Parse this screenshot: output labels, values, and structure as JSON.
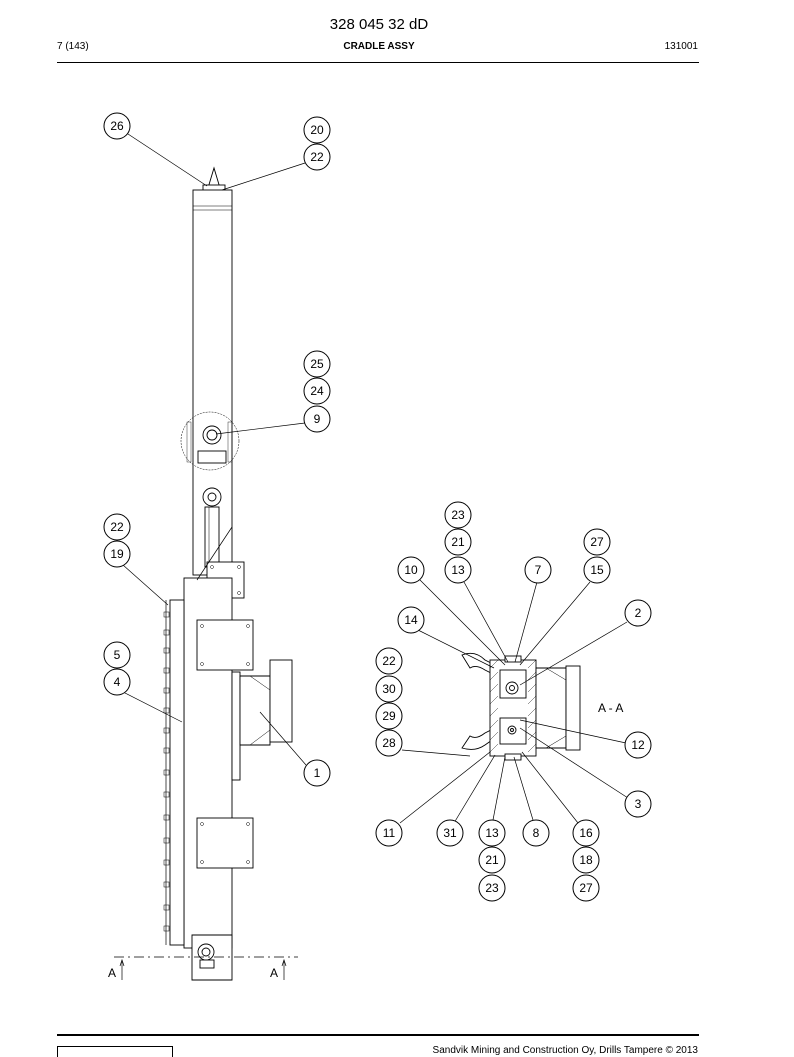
{
  "header": {
    "doc_number": "328 045 32 dD",
    "page_ref": "7 (143)",
    "section_title": "CRADLE ASSY",
    "item_ref": "131001"
  },
  "section_marks": {
    "left": "A",
    "right": "A"
  },
  "section_view_label": "A - A",
  "callouts": {
    "c26": "26",
    "c20": "20",
    "c22a": "22",
    "c25": "25",
    "c24": "24",
    "c9": "9",
    "c22b": "22",
    "c19": "19",
    "c5": "5",
    "c4": "4",
    "c1": "1",
    "c23a": "23",
    "c21a": "21",
    "c27a": "27",
    "c10": "10",
    "c13a": "13",
    "c7": "7",
    "c15": "15",
    "c14": "14",
    "c2": "2",
    "c22c": "22",
    "c30": "30",
    "c29": "29",
    "c28": "28",
    "c12": "12",
    "c3": "3",
    "c11": "11",
    "c31": "31",
    "c13b": "13",
    "c8": "8",
    "c16": "16",
    "c21b": "21",
    "c18": "18",
    "c23b": "23",
    "c27b": "27"
  },
  "footer": {
    "copyright": "Sandvik Mining and Construction Oy, Drills Tampere © 2013"
  }
}
